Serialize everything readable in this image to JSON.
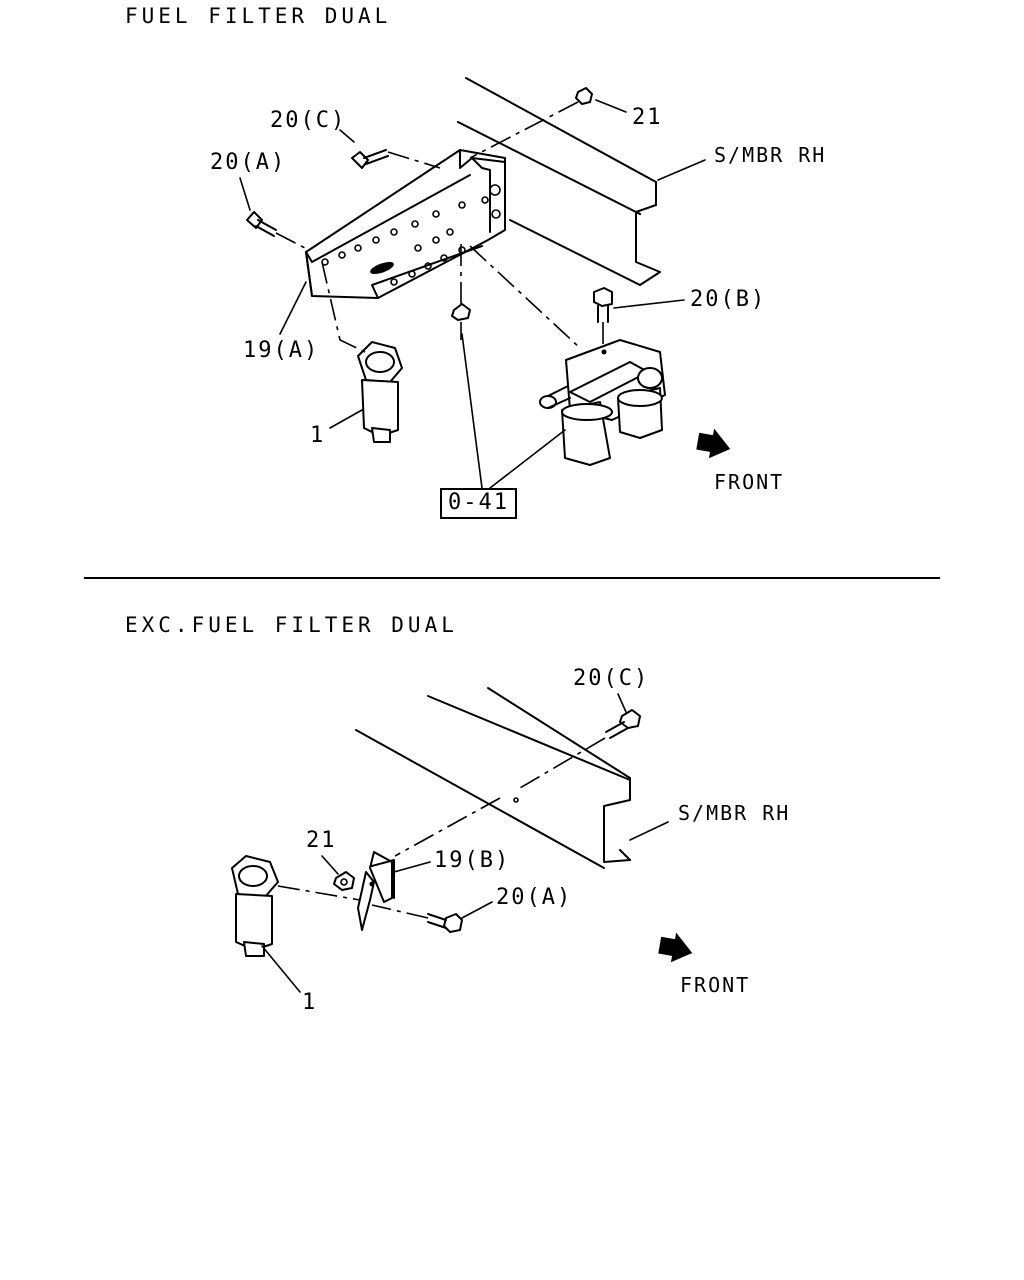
{
  "top_section": {
    "title": "FUEL FILTER DUAL",
    "labels": {
      "p20c": "20(C)",
      "p20a": "20(A)",
      "p21": "21",
      "smbr": "S/MBR RH",
      "p20b": "20(B)",
      "p19a": "19(A)",
      "p1": "1",
      "ref": "0-41",
      "front": "FRONT"
    }
  },
  "bottom_section": {
    "title": "EXC.FUEL FILTER DUAL",
    "labels": {
      "p20c": "20(C)",
      "smbr": "S/MBR RH",
      "p21": "21",
      "p19b": "19(B)",
      "p20a": "20(A)",
      "p1": "1",
      "front": "FRONT"
    }
  }
}
